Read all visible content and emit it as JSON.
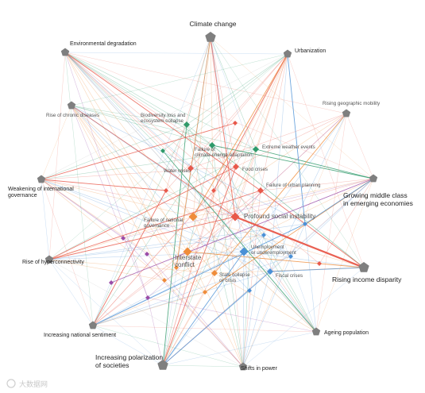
{
  "colors": {
    "green": "#2f9a6a",
    "red": "#e8584a",
    "orange": "#ef8c3a",
    "blue": "#4a90d6",
    "purple": "#9b4ca8",
    "driver": "#7f7f7f"
  },
  "drivers": [
    {
      "id": "climate",
      "label": "Climate change"
    },
    {
      "id": "envdeg",
      "label": "Environmental degradation"
    },
    {
      "id": "urban",
      "label": "Urbanization"
    },
    {
      "id": "chronic",
      "label": "Rise of chronic diseases"
    },
    {
      "id": "mobility",
      "label": "Rising geographic mobility"
    },
    {
      "id": "weakgov",
      "label": "Weakening of international governance"
    },
    {
      "id": "middle",
      "label": "Growing middle class in emerging economies"
    },
    {
      "id": "hyper",
      "label": "Rise of hyperconnectivity"
    },
    {
      "id": "income",
      "label": "Rising income disparity"
    },
    {
      "id": "nationalism",
      "label": "Increasing national sentiment"
    },
    {
      "id": "ageing",
      "label": "Ageing population"
    },
    {
      "id": "polar",
      "label": "Increasing polarization of societies"
    },
    {
      "id": "power",
      "label": "Shifts in power"
    }
  ],
  "risks": [
    {
      "id": "biodiv",
      "label": "Biodiversity loss and ecosystem collapse",
      "color": "green"
    },
    {
      "id": "adapt",
      "label": "Failure of climate-change adaptation",
      "color": "green"
    },
    {
      "id": "weather",
      "label": "Extreme weather events",
      "color": "green"
    },
    {
      "id": "water",
      "label": "Water crises",
      "color": "red"
    },
    {
      "id": "food",
      "label": "Food crises",
      "color": "red"
    },
    {
      "id": "urbanplan",
      "label": "Failure of urban planning",
      "color": "red"
    },
    {
      "id": "instab",
      "label": "Profound social instability",
      "color": "red"
    },
    {
      "id": "natgov",
      "label": "Failure of national governance",
      "color": "orange"
    },
    {
      "id": "interstate",
      "label": "Interstate conflict",
      "color": "orange"
    },
    {
      "id": "unemploy",
      "label": "Unemployment or underemployment",
      "color": "blue"
    },
    {
      "id": "fiscal",
      "label": "Fiscal crises",
      "color": "blue"
    },
    {
      "id": "statecol",
      "label": "State collapse or crisis",
      "color": "orange"
    },
    {
      "id": "p1",
      "label": "",
      "color": "purple"
    },
    {
      "id": "p2",
      "label": "",
      "color": "purple"
    },
    {
      "id": "p3",
      "label": "",
      "color": "purple"
    },
    {
      "id": "p4",
      "label": "",
      "color": "purple"
    },
    {
      "id": "m1",
      "label": "",
      "color": "red"
    },
    {
      "id": "m2",
      "label": "",
      "color": "red"
    },
    {
      "id": "m3",
      "label": "",
      "color": "orange"
    },
    {
      "id": "m4",
      "label": "",
      "color": "orange"
    },
    {
      "id": "m5",
      "label": "",
      "color": "blue"
    },
    {
      "id": "m6",
      "label": "",
      "color": "blue"
    },
    {
      "id": "m7",
      "label": "",
      "color": "blue"
    },
    {
      "id": "m8",
      "label": "",
      "color": "orange"
    },
    {
      "id": "m9",
      "label": "",
      "color": "blue"
    },
    {
      "id": "m10",
      "label": "",
      "color": "green"
    },
    {
      "id": "m11",
      "label": "",
      "color": "red"
    },
    {
      "id": "m12",
      "label": "",
      "color": "red"
    }
  ],
  "highlight": {
    "from": "instab",
    "to": "income",
    "color": "red"
  },
  "watermark": "大数据网"
}
